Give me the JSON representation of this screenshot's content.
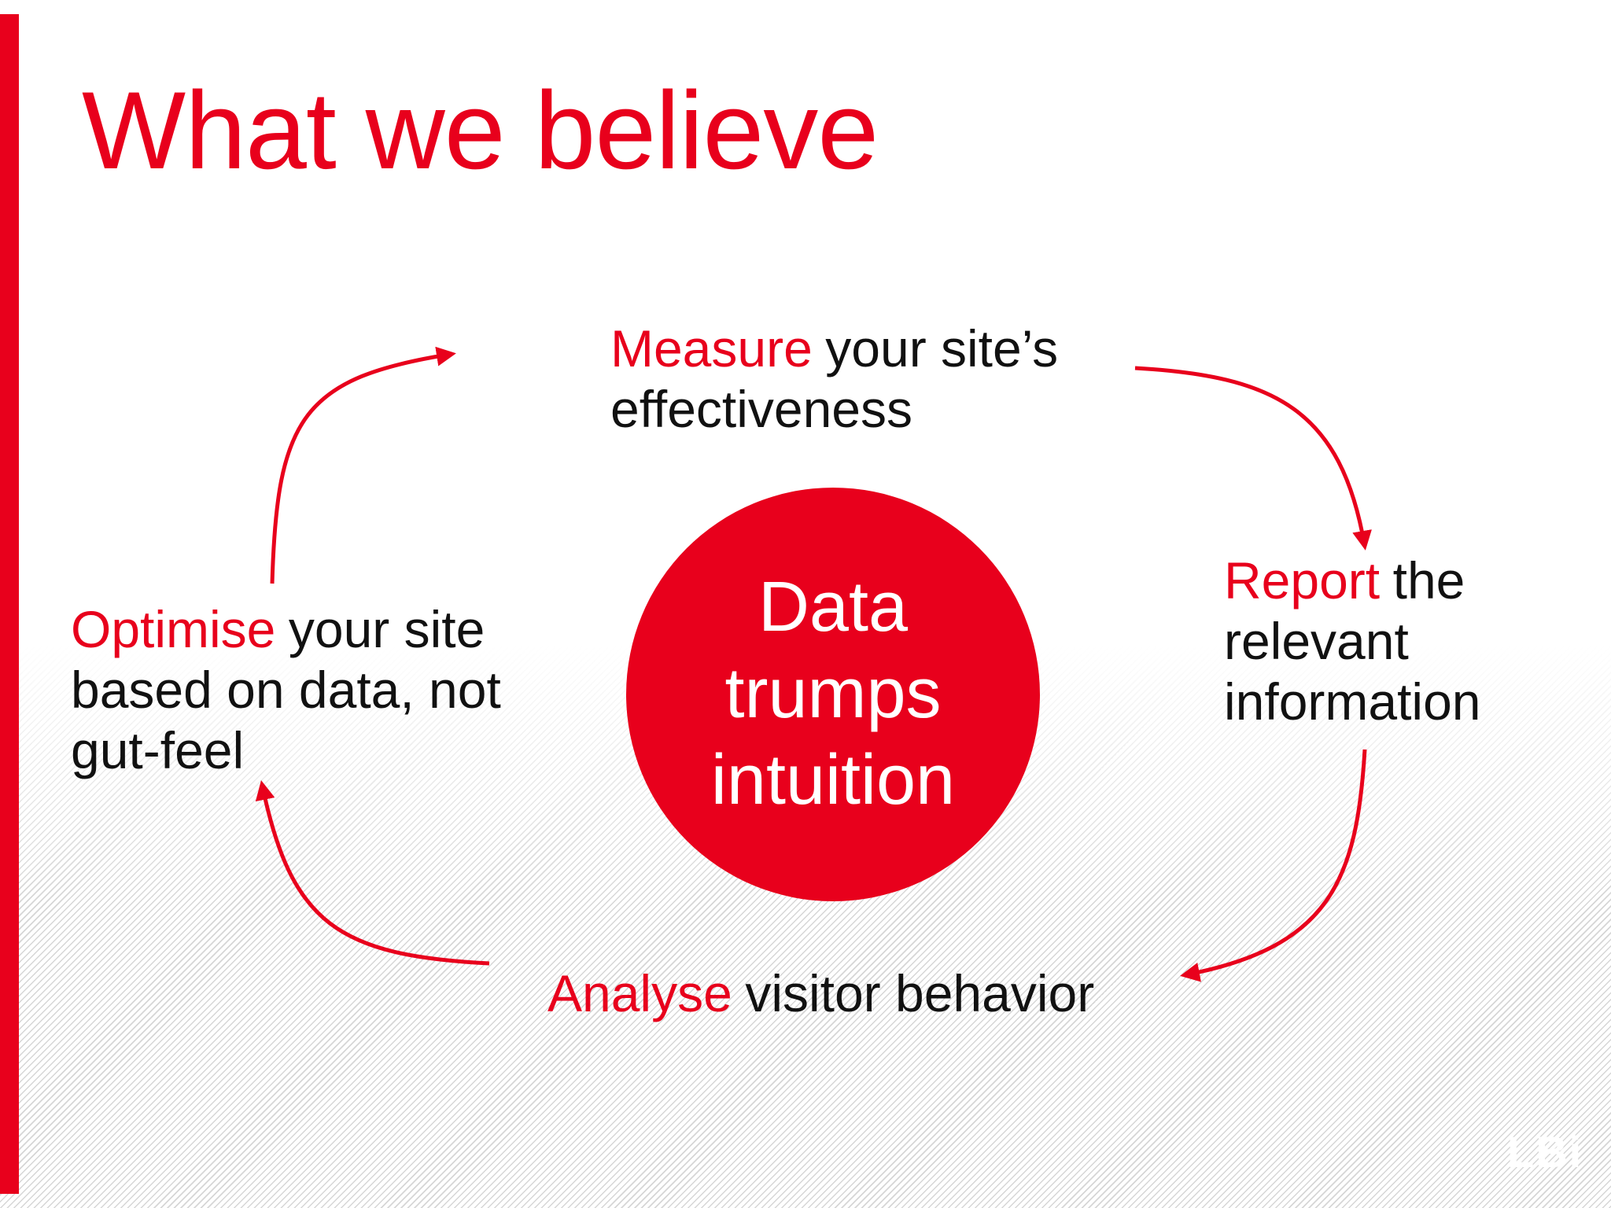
{
  "slide": {
    "title": "What we believe",
    "accent_color": "#e8001c",
    "center": {
      "text": "Data\ntrumps\nintuition"
    },
    "steps": {
      "measure": {
        "keyword": "Measure",
        "line1": "your site’s",
        "line2": "effectiveness"
      },
      "report": {
        "keyword": "Report",
        "line1": "the",
        "line2": "relevant",
        "line3": "information"
      },
      "analyse": {
        "keyword": "Analyse",
        "line1": "visitor behavior"
      },
      "optimise": {
        "keyword": "Optimise",
        "line1": "your site",
        "line2": "based on data, not",
        "line3": "gut-feel"
      }
    },
    "logo": {
      "text": "LBi"
    }
  }
}
